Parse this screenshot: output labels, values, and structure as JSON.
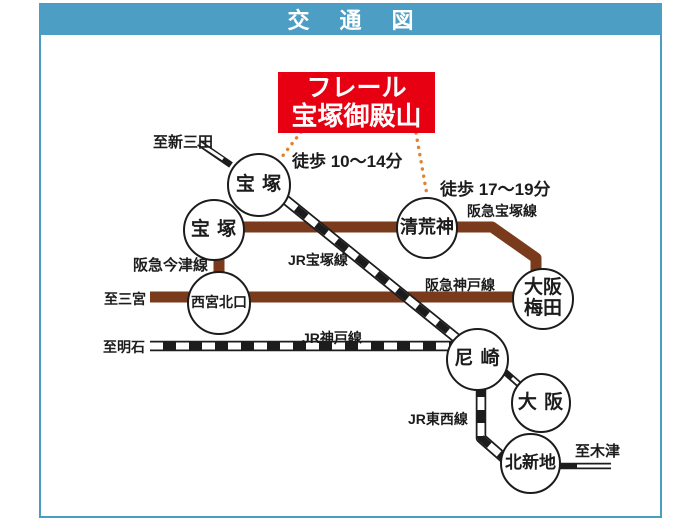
{
  "header": {
    "title": "交　通　図",
    "bg_color": "#4c9ec4",
    "text_color": "#ffffff"
  },
  "property_box": {
    "line1": "フレール",
    "line2": "宝塚御殿山",
    "bg_color": "#e60012",
    "text_color": "#ffffff"
  },
  "colors": {
    "frame_border": "#4a9cc2",
    "hankyu_line_brown": "#7a3a1c",
    "jr_line_black": "#1c1c1c",
    "walk_dotted_orange": "#e0832d",
    "text": "#1c1c1c"
  },
  "walk_notes": [
    {
      "id": "walk-takarazuka",
      "text": "徒歩 10～14分"
    },
    {
      "id": "walk-kiyoshikojin",
      "text": "徒歩 17～19分"
    }
  ],
  "direction_labels": [
    {
      "id": "to-shin-sanda",
      "text": "至新三田"
    },
    {
      "id": "to-sannomiya",
      "text": "至三宮"
    },
    {
      "id": "to-akashi",
      "text": "至明石"
    },
    {
      "id": "to-kizu",
      "text": "至木津"
    }
  ],
  "line_labels": [
    {
      "id": "hankyu-takarazuka-line",
      "text": "阪急宝塚線"
    },
    {
      "id": "hankyu-imazu-line",
      "text": "阪急今津線"
    },
    {
      "id": "jr-takarazuka-line",
      "text": "JR宝塚線"
    },
    {
      "id": "hankyu-kobe-line",
      "text": "阪急神戸線"
    },
    {
      "id": "jr-kobe-line",
      "text": "JR神戸線"
    },
    {
      "id": "jr-tozai-line",
      "text": "JR東西線"
    }
  ],
  "stations": [
    {
      "id": "takarazuka-jr",
      "name": "宝 塚"
    },
    {
      "id": "takarazuka-hankyu",
      "name": "宝 塚"
    },
    {
      "id": "kiyoshikojin",
      "name": "清荒神"
    },
    {
      "id": "nishinomiya-kitaguchi",
      "name": "西宮北口"
    },
    {
      "id": "osaka-umeda",
      "name": "大阪\n梅田"
    },
    {
      "id": "amagasaki",
      "name": "尼 崎"
    },
    {
      "id": "osaka",
      "name": "大 阪"
    },
    {
      "id": "kitashinchi",
      "name": "北新地"
    }
  ]
}
